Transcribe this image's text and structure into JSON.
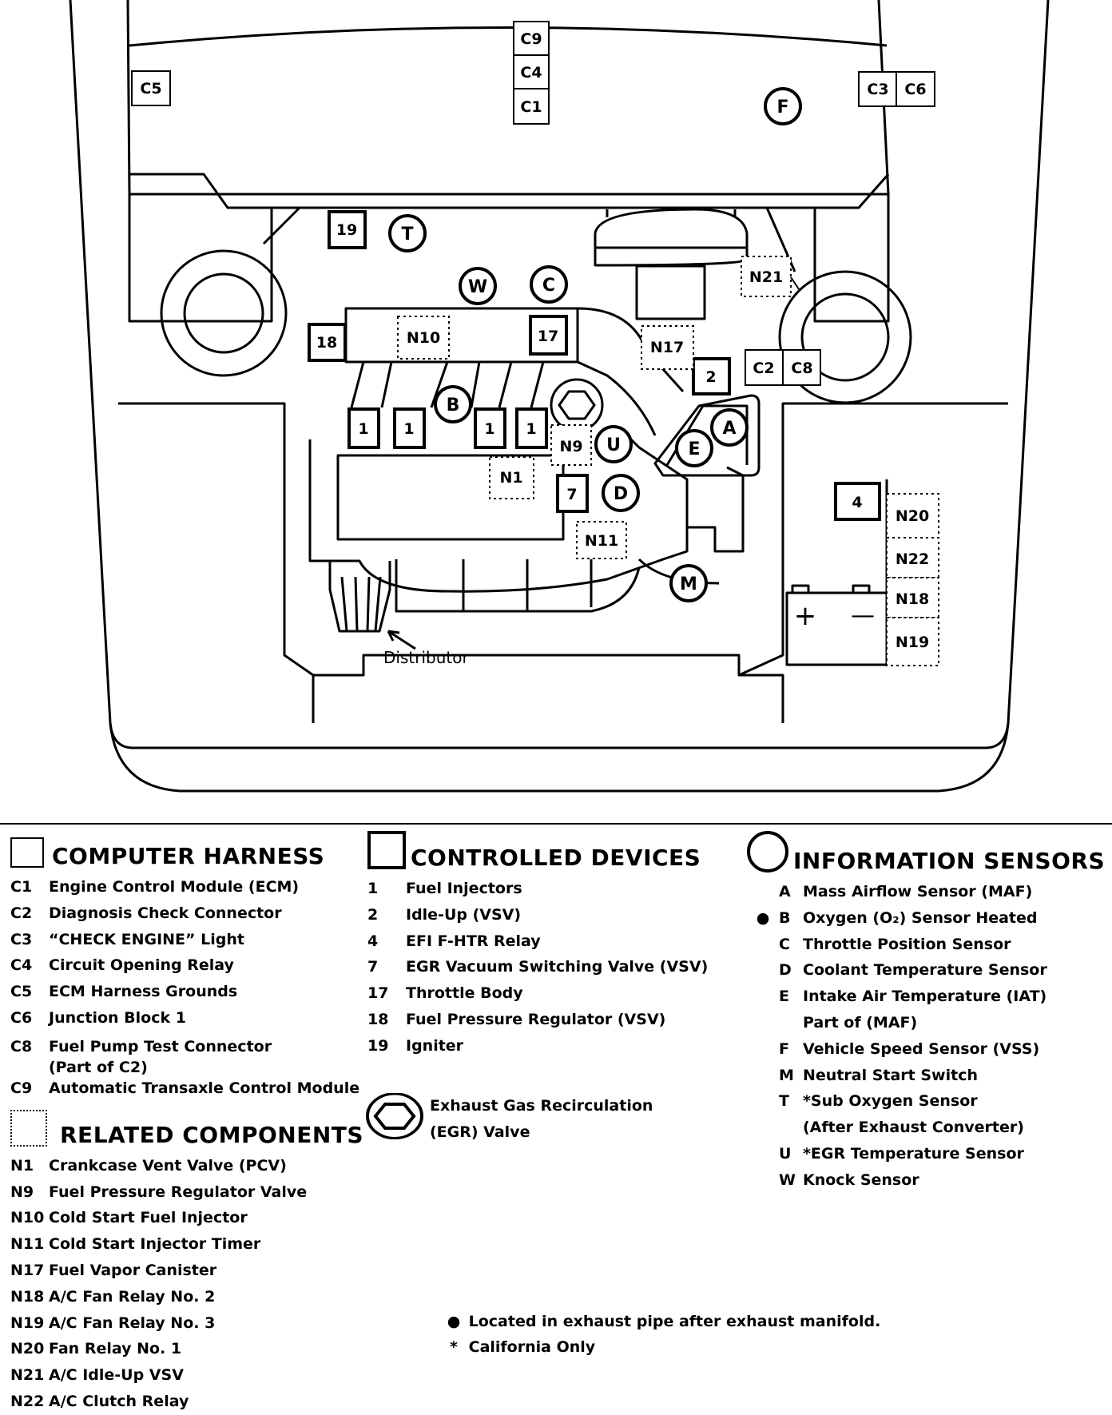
{
  "diagram": {
    "distributor_label": "Distributor",
    "battery_plus": "+",
    "battery_minus": "—",
    "boxes": {
      "C9": "C9",
      "C4": "C4",
      "C1": "C1",
      "C5": "C5",
      "C3": "C3",
      "C6": "C6",
      "C2": "C2",
      "C8": "C8",
      "n19": "19",
      "n18": "18",
      "n17": "17",
      "n2": "2",
      "n4": "4",
      "n7": "7",
      "n1": "1",
      "N21": "N21",
      "N10": "N10",
      "N17": "N17",
      "N9": "N9",
      "N1": "N1",
      "N11": "N11",
      "N20": "N20",
      "N22": "N22",
      "N18": "N18",
      "N19": "N19"
    },
    "circles": {
      "F": "F",
      "T": "T",
      "W": "W",
      "C": "C",
      "B": "B",
      "U": "U",
      "D": "D",
      "A": "A",
      "E": "E",
      "M": "M"
    }
  },
  "legend": {
    "computer_harness": {
      "title": "COMPUTER HARNESS",
      "items": [
        {
          "code": "C1",
          "label": "Engine Control Module (ECM)"
        },
        {
          "code": "C2",
          "label": "Diagnosis Check Connector"
        },
        {
          "code": "C3",
          "label": "“CHECK ENGINE” Light"
        },
        {
          "code": "C4",
          "label": "Circuit Opening Relay"
        },
        {
          "code": "C5",
          "label": "ECM Harness Grounds"
        },
        {
          "code": "C6",
          "label": "Junction Block 1"
        },
        {
          "code": "C8",
          "label": "Fuel Pump Test Connector"
        },
        {
          "code": "C9",
          "label": "Automatic Transaxle Control Module"
        }
      ],
      "c8_continuation": "(Part of C2)"
    },
    "related_components": {
      "title": "RELATED COMPONENTS",
      "items": [
        {
          "code": "N1",
          "label": "Crankcase Vent Valve (PCV)"
        },
        {
          "code": "N9",
          "label": "Fuel Pressure Regulator Valve"
        },
        {
          "code": "N10",
          "label": "Cold Start Fuel Injector"
        },
        {
          "code": "N11",
          "label": "Cold Start Injector Timer"
        },
        {
          "code": "N17",
          "label": "Fuel Vapor Canister"
        },
        {
          "code": "N18",
          "label": "A/C Fan Relay No. 2"
        },
        {
          "code": "N19",
          "label": "A/C Fan Relay No. 3"
        },
        {
          "code": "N20",
          "label": "Fan Relay No. 1"
        },
        {
          "code": "N21",
          "label": "A/C Idle-Up VSV"
        },
        {
          "code": "N22",
          "label": "A/C Clutch Relay"
        }
      ]
    },
    "controlled_devices": {
      "title": "CONTROLLED DEVICES",
      "items": [
        {
          "code": "1",
          "label": "Fuel Injectors"
        },
        {
          "code": "2",
          "label": "Idle-Up (VSV)"
        },
        {
          "code": "4",
          "label": "EFI F-HTR Relay"
        },
        {
          "code": "7",
          "label": "EGR Vacuum Switching Valve (VSV)"
        },
        {
          "code": "17",
          "label": "Throttle Body"
        },
        {
          "code": "18",
          "label": "Fuel Pressure Regulator (VSV)"
        },
        {
          "code": "19",
          "label": "Igniter"
        }
      ]
    },
    "egr": {
      "line1": "Exhaust Gas Recirculation",
      "line2": "(EGR) Valve"
    },
    "information_sensors": {
      "title": "INFORMATION SENSORS",
      "items": [
        {
          "bullet": "",
          "code": "A",
          "label": "Mass Airflow Sensor (MAF)"
        },
        {
          "bullet": "●",
          "code": "B",
          "label": "Oxygen (O₂) Sensor Heated"
        },
        {
          "bullet": "",
          "code": "C",
          "label": "Throttle Position Sensor"
        },
        {
          "bullet": "",
          "code": "D",
          "label": "Coolant Temperature Sensor"
        },
        {
          "bullet": "",
          "code": "E",
          "label": "Intake Air Temperature (IAT)"
        }
      ],
      "e_continuation": "Part of (MAF)",
      "items2": [
        {
          "code": "F",
          "label": "Vehicle Speed Sensor (VSS)"
        },
        {
          "code": "M",
          "label": "Neutral Start Switch"
        },
        {
          "code": "T",
          "label": "*Sub Oxygen Sensor"
        }
      ],
      "t_continuation": "(After Exhaust Converter)",
      "items3": [
        {
          "code": "U",
          "label": "*EGR Temperature Sensor"
        },
        {
          "code": "W",
          "label": "Knock Sensor"
        }
      ]
    }
  },
  "notes": [
    {
      "mark": "●",
      "text": "Located in exhaust pipe after exhaust manifold."
    },
    {
      "mark": "*",
      "text": "California Only"
    }
  ]
}
